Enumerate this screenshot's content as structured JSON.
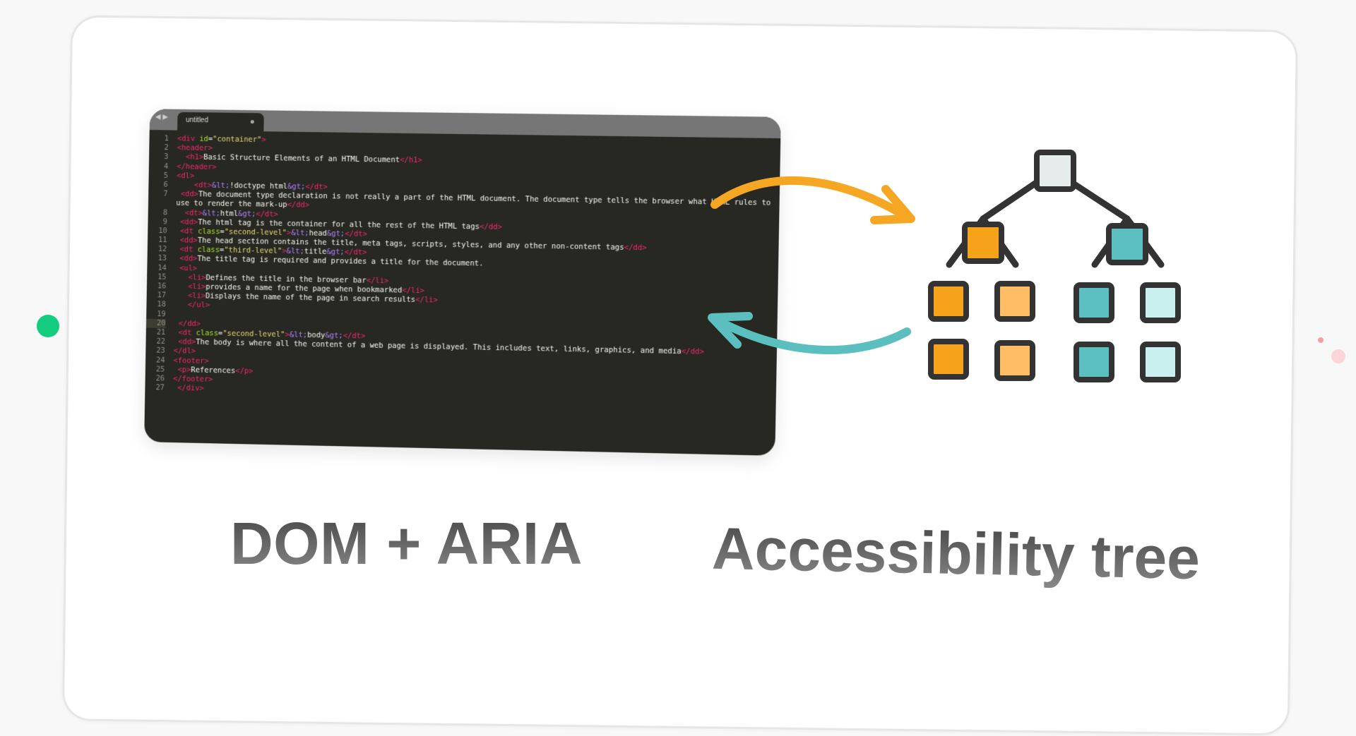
{
  "editor": {
    "tab_title": "untitled",
    "tab_arrows": "◀ ▶",
    "current_line": "20",
    "lines": [
      {
        "n": "1",
        "html": "<span class='t'>&lt;div</span> <span class='a'>id</span>=<span class='s'>\"container\"</span><span class='t'>&gt;</span>"
      },
      {
        "n": "2",
        "html": "<span class='t'>&lt;header&gt;</span>"
      },
      {
        "n": "3",
        "html": "  <span class='t'>&lt;h1&gt;</span>Basic Structure Elements of an HTML Document<span class='t'>&lt;/h1&gt;</span>"
      },
      {
        "n": "4",
        "html": "<span class='t'>&lt;/header&gt;</span>"
      },
      {
        "n": "5",
        "html": "<span class='t'>&lt;dl&gt;</span>"
      },
      {
        "n": "6",
        "html": "    <span class='t'>&lt;dt&gt;</span><span class='e'>&amp;lt;</span>!doctype html<span class='e'>&amp;gt;</span><span class='t'>&lt;/dt&gt;</span>"
      },
      {
        "n": "7",
        "html": " <span class='t'>&lt;dd&gt;</span>The document type declaration is not really a part of the HTML document. The document type tells the browser what HTML rules to use to render the mark-up<span class='t'>&lt;/dd&gt;</span>",
        "tall": true
      },
      {
        "n": "8",
        "html": "  <span class='t'>&lt;dt&gt;</span><span class='e'>&amp;lt;</span>html<span class='e'>&amp;gt;</span><span class='t'>&lt;/dt&gt;</span>"
      },
      {
        "n": "9",
        "html": " <span class='t'>&lt;dd&gt;</span>The html tag is the container for all the rest of the HTML tags<span class='t'>&lt;/dd&gt;</span>"
      },
      {
        "n": "10",
        "html": " <span class='t'>&lt;dt</span> <span class='a'>class</span>=<span class='s'>\"second-level\"</span><span class='t'>&gt;</span><span class='e'>&amp;lt;</span>head<span class='e'>&amp;gt;</span><span class='t'>&lt;/dt&gt;</span>"
      },
      {
        "n": "11",
        "html": " <span class='t'>&lt;dd&gt;</span>The head section contains the title, meta tags, scripts, styles, and any other non-content tags<span class='t'>&lt;/dd&gt;</span>"
      },
      {
        "n": "12",
        "html": " <span class='t'>&lt;dt</span> <span class='a'>class</span>=<span class='s'>\"third-level\"</span><span class='t'>&gt;</span><span class='e'>&amp;lt;</span>title<span class='e'>&amp;gt;</span><span class='t'>&lt;/dt&gt;</span>"
      },
      {
        "n": "13",
        "html": " <span class='t'>&lt;dd&gt;</span>The title tag is required and provides a title for the document."
      },
      {
        "n": "14",
        "html": " <span class='t'>&lt;ul&gt;</span>"
      },
      {
        "n": "15",
        "html": "   <span class='t'>&lt;li&gt;</span>Defines the title in the browser bar<span class='t'>&lt;/li&gt;</span>"
      },
      {
        "n": "16",
        "html": "   <span class='t'>&lt;li&gt;</span>provides a name for the page when bookmarked<span class='t'>&lt;/li&gt;</span>"
      },
      {
        "n": "17",
        "html": "   <span class='t'>&lt;li&gt;</span>Displays the name of the page in search results<span class='t'>&lt;/li&gt;</span>"
      },
      {
        "n": "18",
        "html": "   <span class='t'>&lt;/ul&gt;</span>"
      },
      {
        "n": "19",
        "html": ""
      },
      {
        "n": "20",
        "html": " <span class='t'>&lt;/dd&gt;</span>"
      },
      {
        "n": "21",
        "html": " <span class='t'>&lt;dt</span> <span class='a'>class</span>=<span class='s'>\"second-level\"</span><span class='t'>&gt;</span><span class='e'>&amp;lt;</span>body<span class='e'>&amp;gt;</span><span class='t'>&lt;/dt&gt;</span>"
      },
      {
        "n": "22",
        "html": " <span class='t'>&lt;dd&gt;</span>The body is where all the content of a web page is displayed. This includes text, links, graphics, and media<span class='t'>&lt;/dd&gt;</span>"
      },
      {
        "n": "23",
        "html": "<span class='t'>&lt;/dl&gt;</span>"
      },
      {
        "n": "24",
        "html": "<span class='t'>&lt;footer&gt;</span>"
      },
      {
        "n": "25",
        "html": " <span class='t'>&lt;p&gt;</span>References<span class='t'>&lt;/p&gt;</span>"
      },
      {
        "n": "26",
        "html": "<span class='t'>&lt;/footer&gt;</span>"
      },
      {
        "n": "27",
        "html": " <span class='t'>&lt;/div&gt;</span>"
      }
    ]
  },
  "labels": {
    "left": "DOM + ARIA",
    "right": "Accessibility tree"
  },
  "colors": {
    "accent_green": "#14cc80",
    "arrow_orange": "#f5a623",
    "arrow_teal": "#5cbfbf",
    "node_orange": "#f7a21b",
    "node_light_orange": "#ffbe66",
    "node_teal": "#5bc0bf",
    "node_light_teal": "#c9f0ef",
    "node_root": "#e6ebec",
    "node_border": "#333333"
  },
  "tree_icons": {
    "root": "tree-root-node-icon",
    "branch_left": "tree-branch-node-orange-icon",
    "branch_right": "tree-branch-node-teal-icon"
  }
}
